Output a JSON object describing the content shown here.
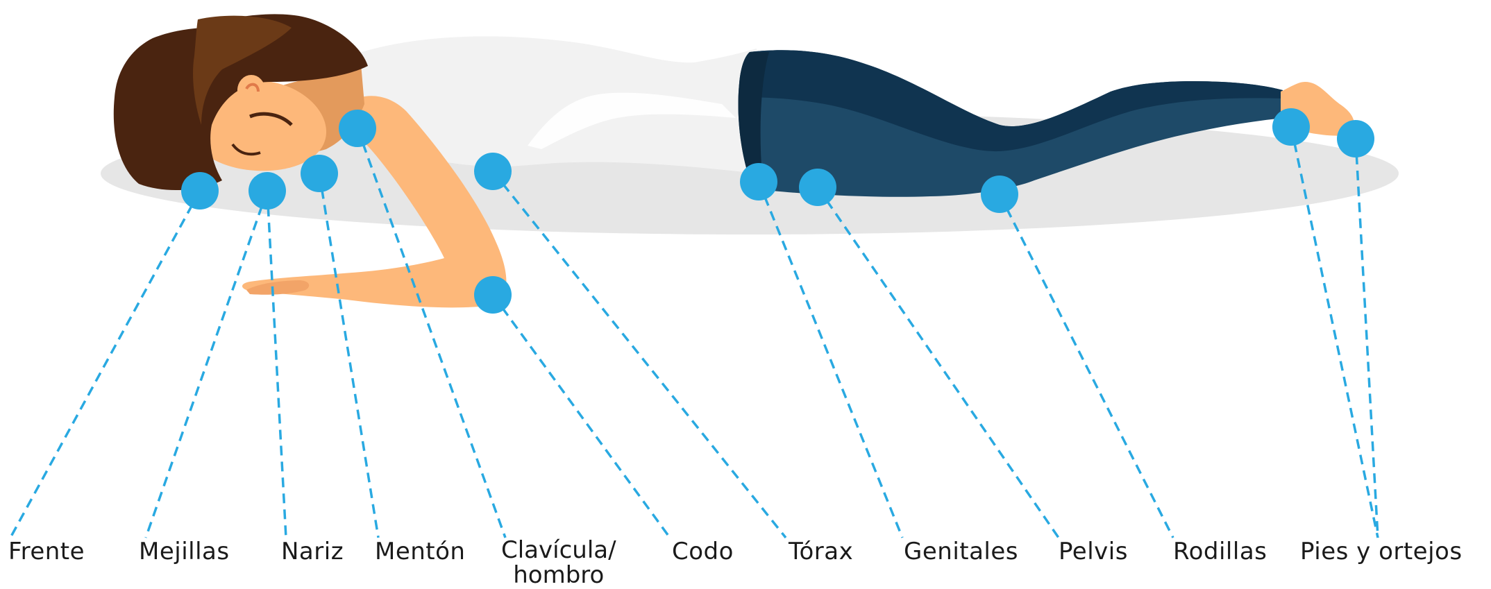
{
  "labels": {
    "frente": "Frente",
    "mejillas": "Mejillas",
    "nariz": "Nariz",
    "menton": "Mentón",
    "clavicula_1": "Clavícula/",
    "clavicula_2": "hombro",
    "codo": "Codo",
    "torax": "Tórax",
    "genitales": "Genitales",
    "pelvis": "Pelvis",
    "rodillas": "Rodillas",
    "pies": "Pies y ortejos"
  },
  "colors": {
    "marker": "#29a9e1",
    "skin": "#fdb87a",
    "skin_shadow": "#e39a5c",
    "hair": "#4a2410",
    "hair_light": "#6b3a17",
    "shirt": "#f2f2f2",
    "pants_dark": "#103450",
    "pants": "#1e4a68",
    "mattress": "#e6e6e6"
  }
}
